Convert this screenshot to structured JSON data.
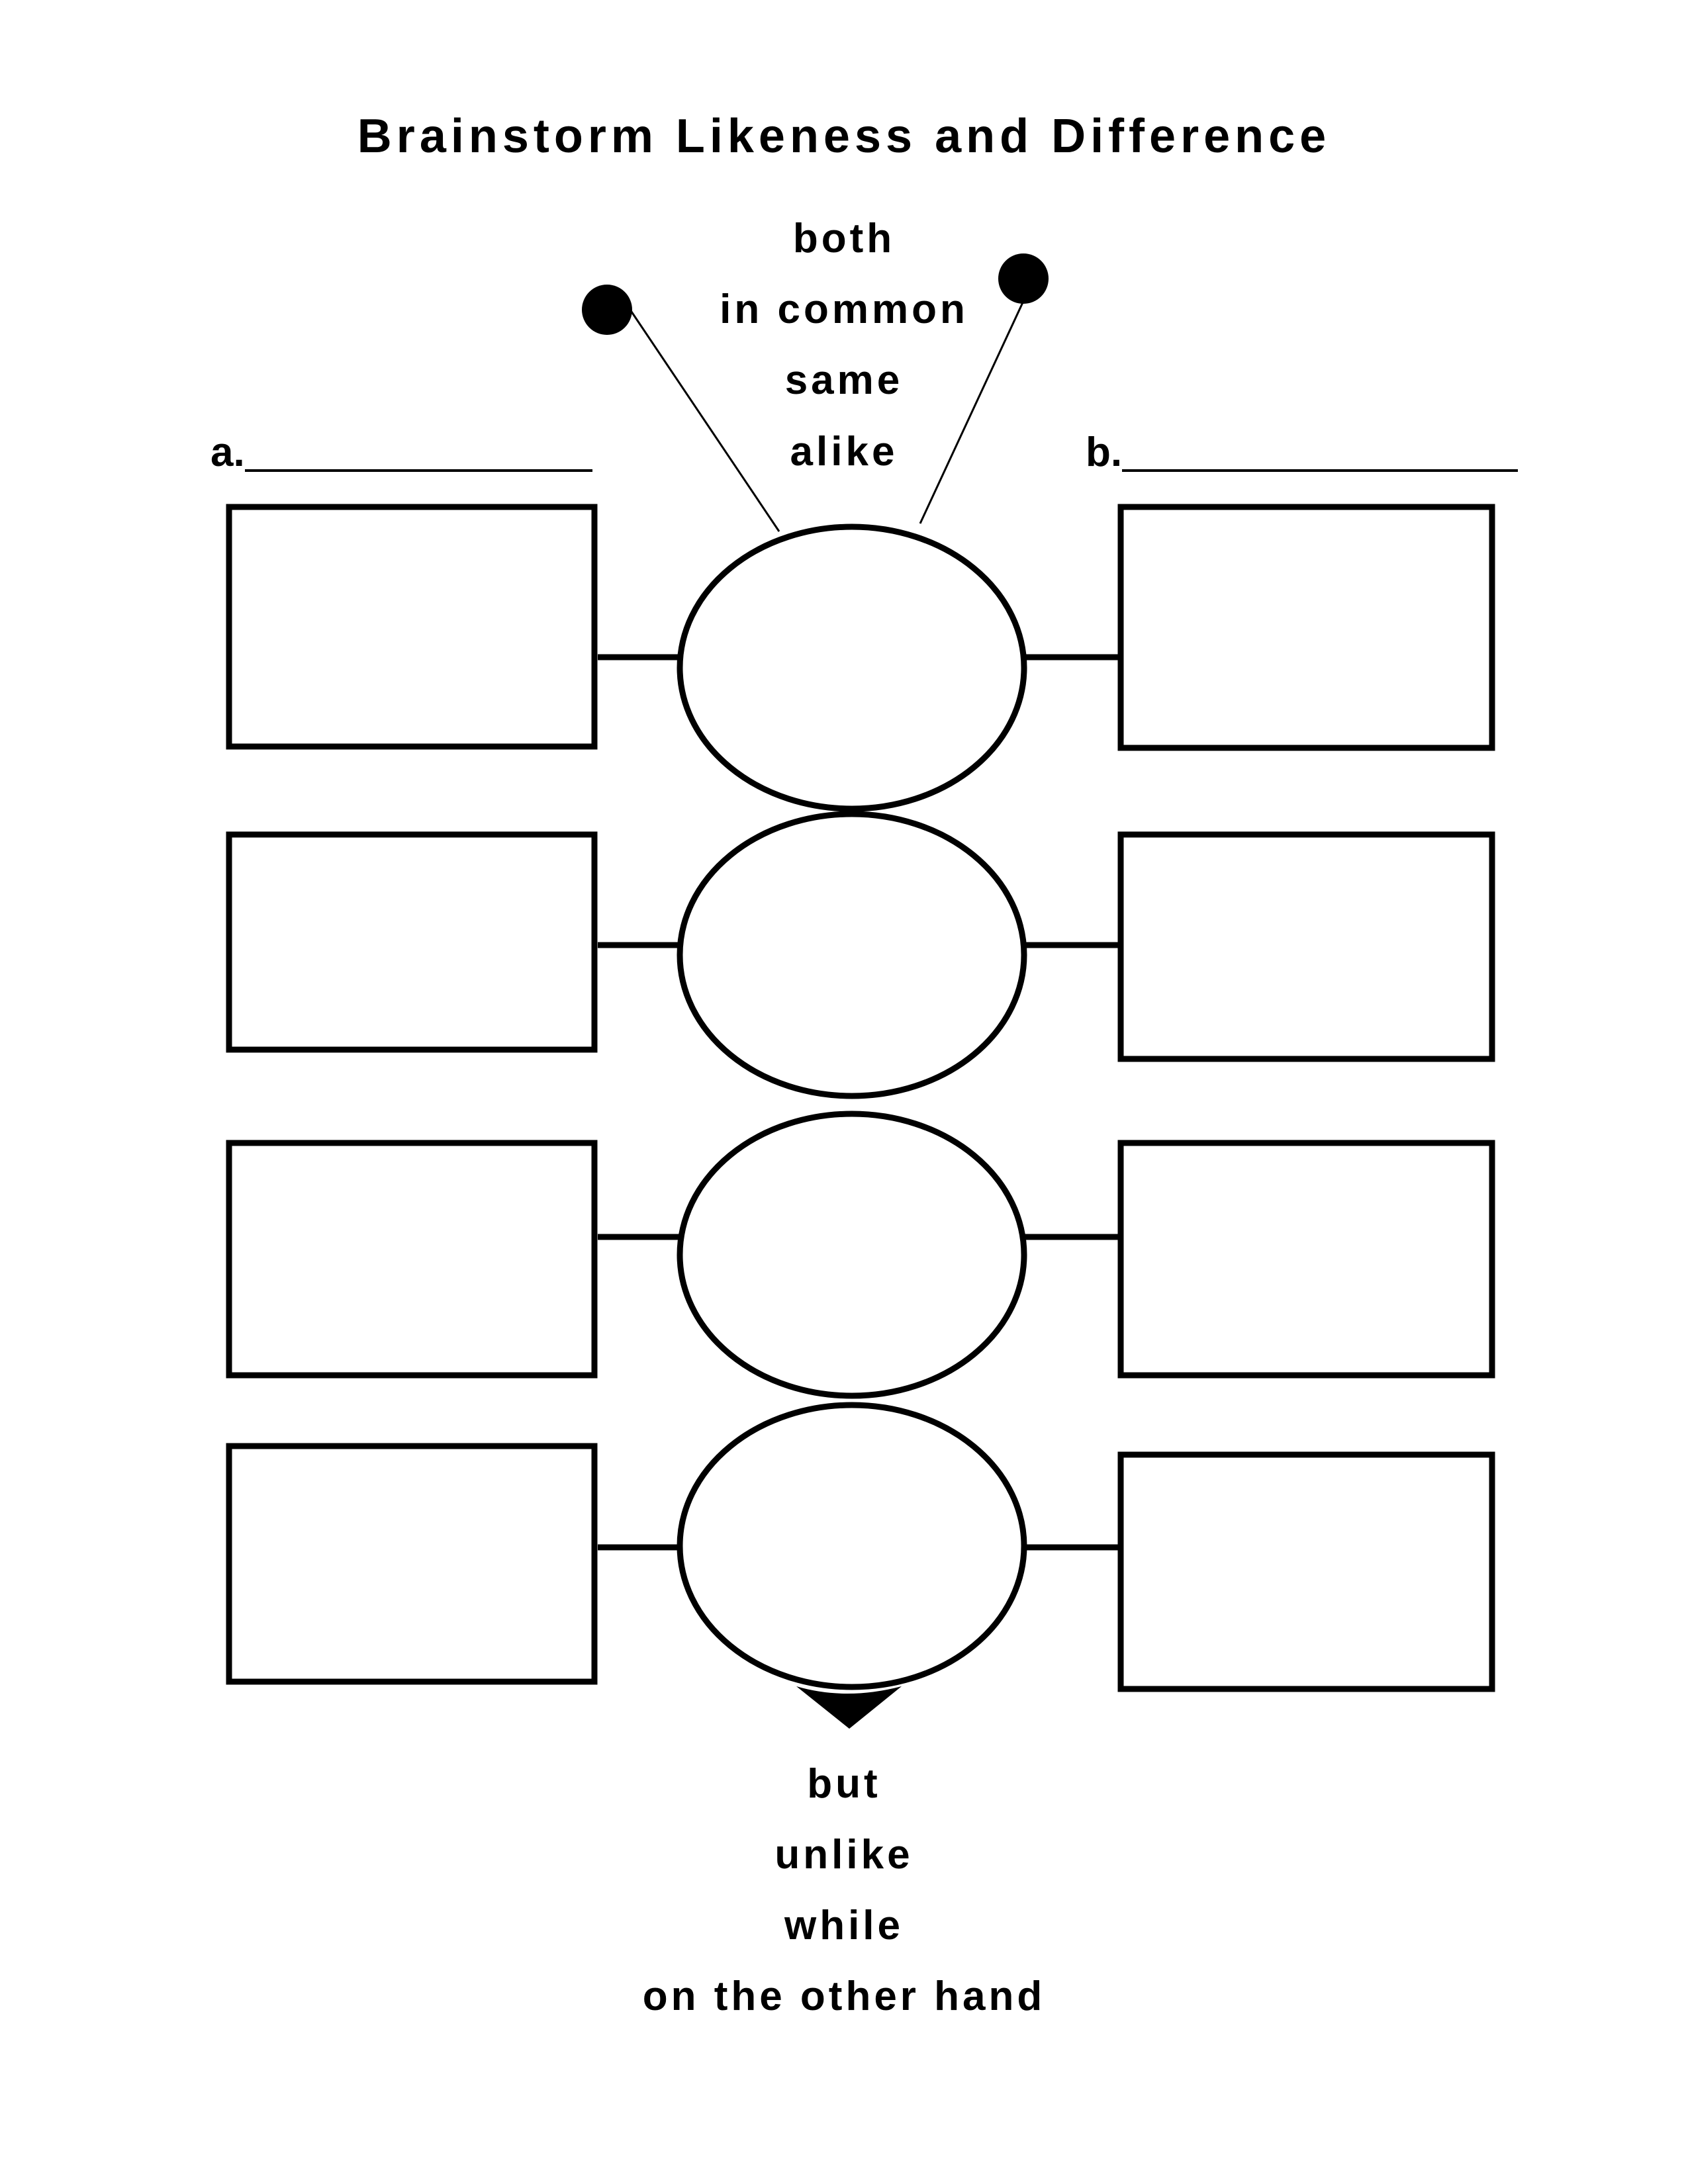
{
  "title": "Brainstorm Likeness and Difference",
  "likeness_words": [
    "both",
    "in common",
    "same",
    "alike"
  ],
  "difference_words": [
    "but",
    "unlike",
    "while",
    "on the other hand"
  ],
  "label_a": "a.",
  "label_b": "b.",
  "row_count": 4,
  "colors": {
    "ink": "#000000",
    "paper": "#ffffff"
  }
}
